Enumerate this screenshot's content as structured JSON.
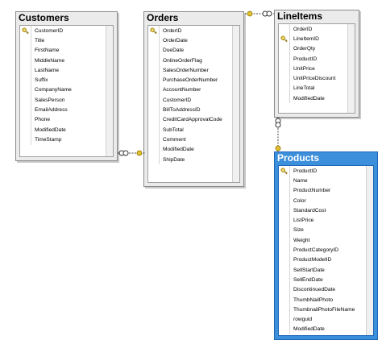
{
  "tables": {
    "customers": {
      "title": "Customers",
      "columns": [
        {
          "name": "CustomerID",
          "key": true
        },
        {
          "name": "Title",
          "key": false
        },
        {
          "name": "FirstName",
          "key": false
        },
        {
          "name": "MiddleName",
          "key": false
        },
        {
          "name": "LastName",
          "key": false
        },
        {
          "name": "Suffix",
          "key": false
        },
        {
          "name": "CompanyName",
          "key": false
        },
        {
          "name": "SalesPerson",
          "key": false
        },
        {
          "name": "EmailAddress",
          "key": false
        },
        {
          "name": "Phone",
          "key": false
        },
        {
          "name": "ModifiedDate",
          "key": false
        },
        {
          "name": "TimeStamp",
          "key": false
        }
      ]
    },
    "orders": {
      "title": "Orders",
      "columns": [
        {
          "name": "OrderID",
          "key": true
        },
        {
          "name": "OrderDate",
          "key": false
        },
        {
          "name": "DueDate",
          "key": false
        },
        {
          "name": "OnlineOrderFlag",
          "key": false
        },
        {
          "name": "SalesOrderNumber",
          "key": false
        },
        {
          "name": "PurchaseOrderNumber",
          "key": false
        },
        {
          "name": "AccountNumber",
          "key": false
        },
        {
          "name": "CustomerID",
          "key": false
        },
        {
          "name": "BillToAddressID",
          "key": false
        },
        {
          "name": "CreditCardApprovalCode",
          "key": false
        },
        {
          "name": "SubTotal",
          "key": false
        },
        {
          "name": "Comment",
          "key": false
        },
        {
          "name": "ModifiedDate",
          "key": false
        },
        {
          "name": "ShipDate",
          "key": false
        }
      ]
    },
    "lineitems": {
      "title": "LineItems",
      "columns": [
        {
          "name": "OrderID",
          "key": false
        },
        {
          "name": "LineItemID",
          "key": true
        },
        {
          "name": "OrderQty",
          "key": false
        },
        {
          "name": "ProductID",
          "key": false
        },
        {
          "name": "UnitPrice",
          "key": false
        },
        {
          "name": "UnitPriceDiscount",
          "key": false
        },
        {
          "name": "LineTotal",
          "key": false
        },
        {
          "name": "ModifiedDate",
          "key": false
        }
      ]
    },
    "products": {
      "title": "Products",
      "columns": [
        {
          "name": "ProductID",
          "key": true
        },
        {
          "name": "Name",
          "key": false
        },
        {
          "name": "ProductNumber",
          "key": false
        },
        {
          "name": "Color",
          "key": false
        },
        {
          "name": "StandardCost",
          "key": false
        },
        {
          "name": "ListPrice",
          "key": false
        },
        {
          "name": "Size",
          "key": false
        },
        {
          "name": "Weight",
          "key": false
        },
        {
          "name": "ProductCategoryID",
          "key": false
        },
        {
          "name": "ProductModelID",
          "key": false
        },
        {
          "name": "SellStartDate",
          "key": false
        },
        {
          "name": "SellEndDate",
          "key": false
        },
        {
          "name": "DiscontinuedDate",
          "key": false
        },
        {
          "name": "ThumbNailPhoto",
          "key": false
        },
        {
          "name": "ThumbnailPhotoFileName",
          "key": false
        },
        {
          "name": "rowguid",
          "key": false
        },
        {
          "name": "ModifiedDate",
          "key": false
        }
      ]
    }
  },
  "colors": {
    "selected_title": "#3c8fdb",
    "key_icon": "#e2c12d",
    "connector": "#444444"
  }
}
